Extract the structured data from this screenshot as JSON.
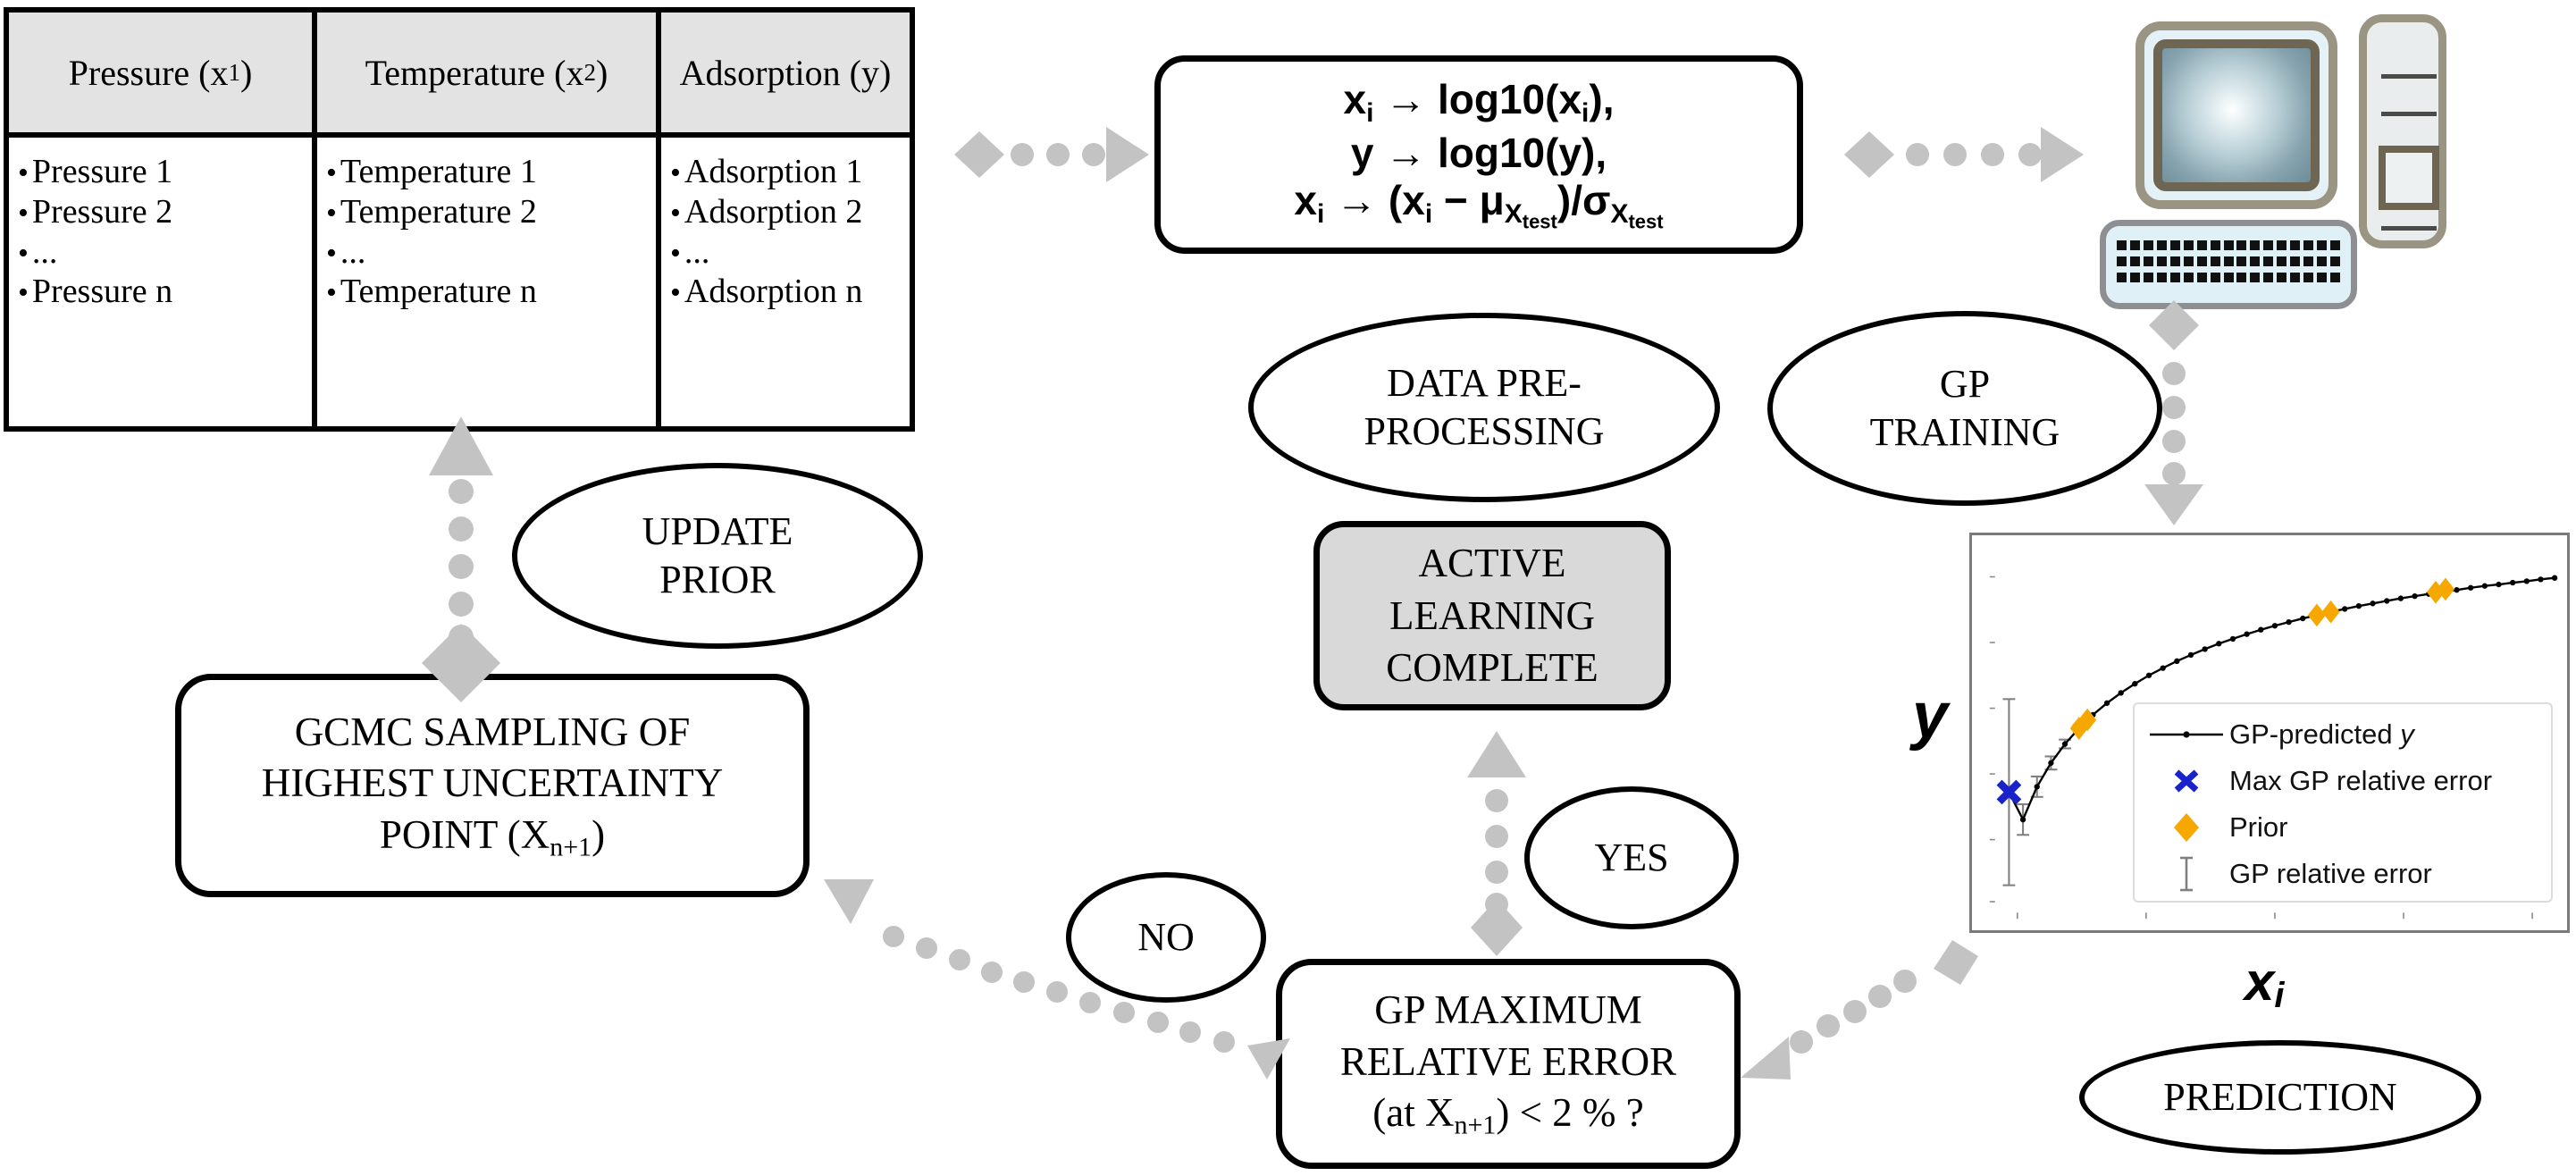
{
  "table": {
    "columns": [
      {
        "header": "Pressure (x",
        "header_sub": "1",
        "header_tail": ")",
        "items": [
          "Pressure 1",
          "Pressure 2",
          "...",
          "Pressure n"
        ]
      },
      {
        "header": "Temperature (x",
        "header_sub": "2",
        "header_tail": ")",
        "items": [
          "Temperature 1",
          "Temperature 2",
          "...",
          "Temperature n"
        ]
      },
      {
        "header": "Adsorption (y",
        "header_sub": "",
        "header_tail": ")",
        "items": [
          "Adsorption 1",
          "Adsorption 2",
          "...",
          "Adsorption n"
        ]
      }
    ]
  },
  "preprocessing_box": {
    "line1": "x",
    "line1_sub": "i",
    "line1_rest": " → log10(x",
    "line1_sub2": "i",
    "line1_tail": "),",
    "line2": "y → log10(y),",
    "line3a": "x",
    "line3a_sub": "i",
    "line3b": " →  (x",
    "line3b_sub": "i",
    "line3c": " −  μ",
    "line3c_sub": "X",
    "line3c_sub2": "test",
    "line3d": ")/σ",
    "line3d_sub": "X",
    "line3d_sub2": "test"
  },
  "boxes": {
    "gcmc": {
      "l1": "GCMC SAMPLING OF",
      "l2": "HIGHEST UNCERTAINTY",
      "l3": "POINT (X",
      "l3_sub": "n+1",
      "l3_tail": ")"
    },
    "active_learning_complete": {
      "l1": "ACTIVE",
      "l2": "LEARNING",
      "l3": "COMPLETE"
    },
    "gp_error": {
      "l1": "GP MAXIMUM",
      "l2": "RELATIVE ERROR",
      "l3a": "(at X",
      "l3_sub": "n+1",
      "l3b": ") < 2 % ?"
    }
  },
  "ellipses": {
    "update_prior": {
      "l1": "UPDATE",
      "l2": "PRIOR"
    },
    "data_preprocessing": {
      "l1": "DATA PRE-",
      "l2": "PROCESSING"
    },
    "gp_training": {
      "l1": "GP",
      "l2": "TRAINING"
    },
    "yes": {
      "l1": "YES"
    },
    "no": {
      "l1": "NO"
    },
    "prediction": {
      "l1": "PREDICTION"
    }
  },
  "chart_data": {
    "type": "line",
    "title": "",
    "xlabel": "xᵢ",
    "ylabel": "y",
    "grid": false,
    "legend_position": "center-right",
    "xlim": [
      0,
      40
    ],
    "ylim": [
      0,
      10
    ],
    "x": [
      1,
      2,
      3,
      4,
      5,
      6,
      7,
      8,
      9,
      10,
      11,
      12,
      13,
      14,
      15,
      16,
      17,
      18,
      19,
      20,
      21,
      22,
      23,
      24,
      25,
      26,
      27,
      28,
      29,
      30,
      31,
      32,
      33,
      34,
      35,
      36,
      37,
      38,
      39,
      40
    ],
    "series": [
      {
        "name": "GP-predicted y",
        "values": [
          3.3,
          2.55,
          3.45,
          4.1,
          4.62,
          5.05,
          5.42,
          5.74,
          6.02,
          6.27,
          6.5,
          6.7,
          6.89,
          7.06,
          7.22,
          7.37,
          7.5,
          7.63,
          7.75,
          7.86,
          7.96,
          8.06,
          8.15,
          8.24,
          8.32,
          8.4,
          8.47,
          8.54,
          8.61,
          8.67,
          8.73,
          8.79,
          8.84,
          8.9,
          8.95,
          8.99,
          9.04,
          9.08,
          9.13,
          9.17
        ],
        "color": "#000000",
        "marker": "point"
      }
    ],
    "error_bars": {
      "name": "GP relative error",
      "color": "#808080",
      "x": [
        1,
        2,
        3,
        4,
        5,
        6
      ],
      "y": [
        3.3,
        2.55,
        3.45,
        4.1,
        4.62,
        5.05
      ],
      "err": [
        2.55,
        0.42,
        0.28,
        0.18,
        0.12,
        0.09
      ]
    },
    "markers": [
      {
        "name": "Max GP relative error",
        "symbol": "x",
        "color": "#1a22cc",
        "points": [
          [
            1,
            3.3
          ]
        ]
      },
      {
        "name": "Prior",
        "symbol": "diamond",
        "color": "#f7a800",
        "points": [
          [
            6,
            5.05
          ],
          [
            6.6,
            5.28
          ],
          [
            23,
            8.15
          ],
          [
            24,
            8.24
          ],
          [
            31.5,
            8.78
          ],
          [
            32.2,
            8.86
          ]
        ]
      }
    ],
    "legend": [
      {
        "label": "GP-predicted y",
        "symbol": "line-point",
        "color": "#000000"
      },
      {
        "label": "Max GP relative error",
        "symbol": "x",
        "color": "#1a22cc"
      },
      {
        "label": "Prior",
        "symbol": "diamond",
        "color": "#f7a800"
      },
      {
        "label": "GP relative error",
        "symbol": "errorbar",
        "color": "#808080"
      }
    ]
  },
  "icons": {
    "computer": "desktop-computer-icon",
    "monitor": "monitor-icon",
    "keyboard": "keyboard-icon",
    "tower": "computer-tower-icon"
  },
  "colors": {
    "connector": "#c3c3c3",
    "table_header": "#e3e3e3",
    "shaded_box": "#d9d9d9",
    "prior_orange": "#f7a800",
    "max_error_blue": "#1a22cc",
    "error_bar_gray": "#808080"
  }
}
